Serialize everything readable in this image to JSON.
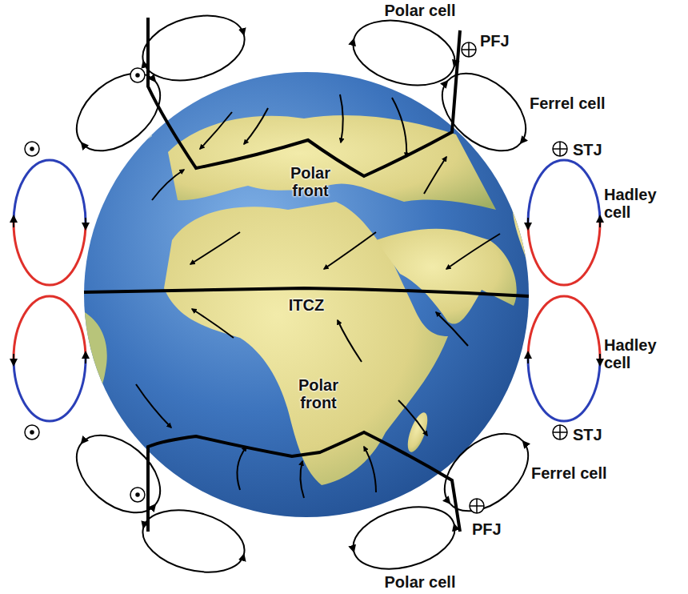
{
  "diagram": {
    "labels": [
      "Polar cell",
      "PFJ",
      "Ferrel cell",
      "STJ",
      "Polar front",
      "Hadley cell",
      "ITCZ",
      "Hadley cell",
      "Polar front",
      "STJ",
      "Ferrel cell",
      "PFJ",
      "Polar cell"
    ]
  }
}
